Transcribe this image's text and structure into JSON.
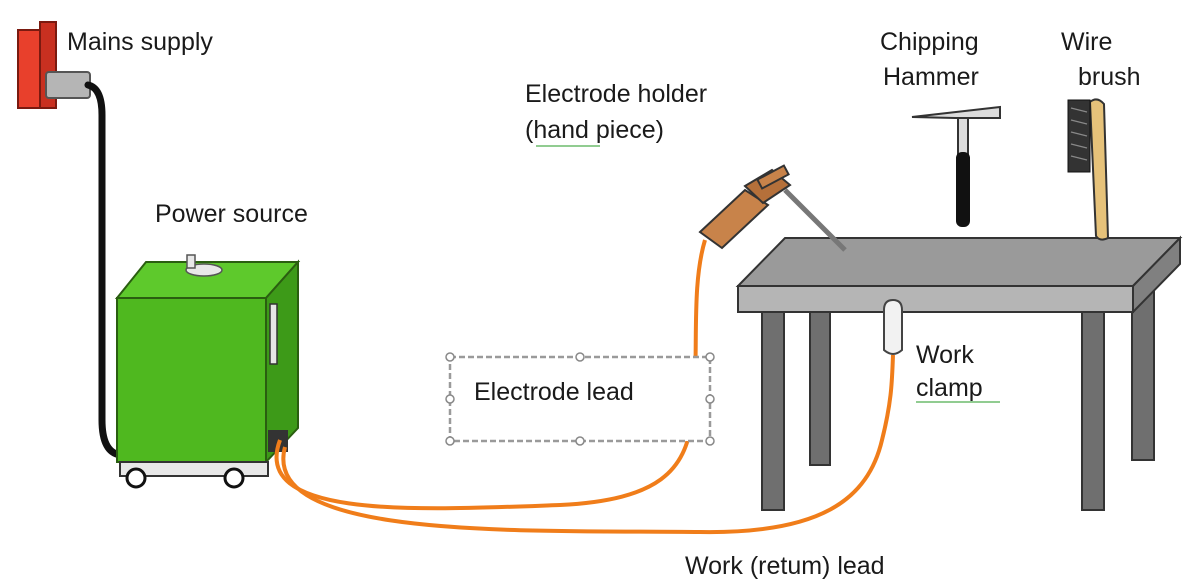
{
  "labels": {
    "mains_supply": "Mains supply",
    "power_source": "Power source",
    "electrode_holder_line1": "Electrode holder",
    "electrode_holder_line2": "(hand piece)",
    "electrode_lead": "Electrode lead",
    "chipping_hammer_line1": "Chipping",
    "chipping_hammer_line2": "Hammer",
    "wire_brush_line1": "Wire",
    "wire_brush_line2": "brush",
    "work_clamp_line1": "Work",
    "work_clamp_line2": "clamp",
    "work_lead": "Work (retum) lead"
  },
  "colors": {
    "mains_box": "#e8402c",
    "plug": "#b5b5b5",
    "power_source": "#4fb81f",
    "power_source_dark": "#2f7d12",
    "cable": "#f07d1a",
    "electrode_holder": "#c8834a",
    "table_top": "#9a9a9a",
    "table_legs": "#6f6f6f",
    "wire_brush": "#e6c27a",
    "hammer_handle": "#111111"
  }
}
